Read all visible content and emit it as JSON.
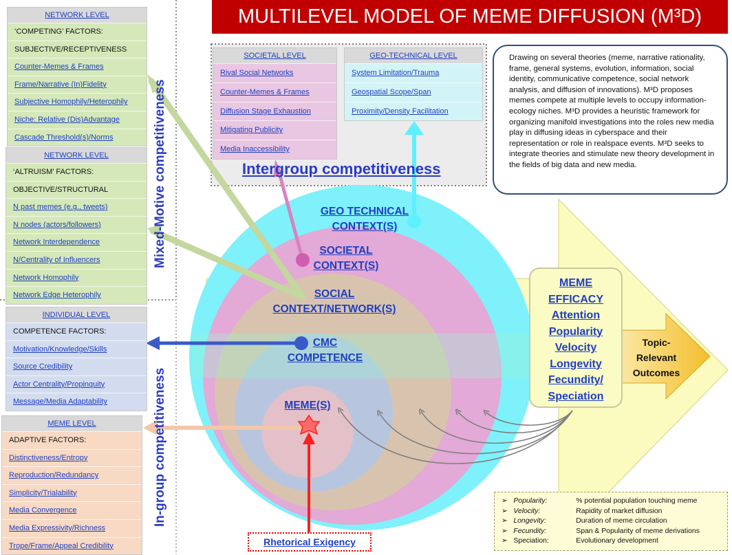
{
  "title": "MULTILEVEL MODEL OF MEME DIFFUSION (M³D)",
  "description": "Drawing on several theories (meme, narrative rationality, frame, general systems, evolution, information, social identity, communicative competence, social network analysis, and diffusion of innovations). M³D proposes memes compete at multiple levels to occupy information-ecology niches. M³D provides a heuristic framework for organizing manifold investigations into the roles new media play in diffusing ideas in cyberspace and their representation or role in realspace events. M³D seeks to integrate theories and stimulate new theory development in the fields of big data and new media.",
  "side_labels": {
    "mixed_motive": "Mixed-Motive competitiveness",
    "in_group": "In-group competitiveness",
    "intergroup": "Intergroup competitiveness"
  },
  "panels": {
    "competing": {
      "header": "NETWORK LEVEL",
      "rows": [
        "‘COMPETING’ FACTORS:",
        "SUBJECTIVE/RECEPTIVENESS",
        "Counter-Memes & Frames",
        "Frame/Narrative (In)Fidelity",
        "Subjective Homophily/Heterophily",
        "Niche: Relative (Dis)Advantage",
        "Cascade Threshold(s)/Norms"
      ]
    },
    "altruism": {
      "header": "NETWORK LEVEL",
      "rows": [
        "‘ALTRUISM’ FACTORS:",
        "OBJECTIVE/STRUCTURAL",
        "N past memes (e.g., tweets)",
        "N nodes (actors/followers)",
        "Network Interdependence",
        "N/Centrality of Influencers",
        "Network Homophily",
        "Network Edge Heterophily"
      ]
    },
    "individual": {
      "header": "INDIVIDUAL LEVEL",
      "rows": [
        "COMPETENCE FACTORS:",
        "Motivation/Knowledge/Skills",
        "Source Credibility",
        "Actor Centrality/Propinquity",
        "Message/Media Adaptability"
      ]
    },
    "meme": {
      "header": "MEME LEVEL",
      "rows": [
        "ADAPTIVE FACTORS:",
        "Distinctiveness/Entropy",
        "Reproduction/Redundancy",
        "Simplicity/Trialability",
        "Media Convergence",
        "Media Expressivity/Richness",
        "Trope/Frame/Appeal Credibility"
      ]
    },
    "societal": {
      "header": "SOCIETAL LEVEL",
      "rows": [
        "Rival Social Networks",
        "Counter-Memes & Frames",
        "Diffusion Stage Exhaustion",
        "Mitigating Publicity",
        "Media Inaccessibility"
      ]
    },
    "geotech": {
      "header": "GEO-TECHNICAL LEVEL",
      "rows": [
        "System Limitation/Trauma",
        "Geospatial Scope/Span",
        "Proximity/Density Facilitation"
      ]
    }
  },
  "contexts": {
    "geo": [
      "GEO TECHNICAL",
      "CONTEXT(S)"
    ],
    "societal": [
      "SOCIETAL",
      "CONTEXT(S)"
    ],
    "social": [
      "SOCIAL",
      "CONTEXT/NETWORK(S)"
    ],
    "cmc": [
      "CMC",
      "COMPETENCE"
    ],
    "meme": [
      "MEME(S)"
    ]
  },
  "efficacy": [
    "MEME",
    "EFFICACY",
    "Attention",
    "Popularity",
    "Velocity",
    "Longevity",
    "Fecundity/",
    "Speciation"
  ],
  "outcomes": [
    "Topic-",
    "Relevant",
    "Outcomes"
  ],
  "exigency": "Rhetorical Exigency",
  "legend": [
    {
      "term": "Popularity:",
      "def": "% potential population touching meme"
    },
    {
      "term": "Velocity:",
      "def": "Rapidity of market diffusion"
    },
    {
      "term": "Longevity:",
      "def": "Duration of meme circulation"
    },
    {
      "term": "Fecundity:",
      "def": "Span & Popularity of meme derivations"
    },
    {
      "term": "Speciation:",
      "def": "Evolutionary development"
    }
  ],
  "colors": {
    "title_bg": "#c00000",
    "geo_circle": "#7ff1fb",
    "societal_circle": "#e3a9d7",
    "social_circle": "#d8c4ae",
    "cmc_circle": "#b7c6de",
    "meme_circle": "#e4c0c8",
    "arrow_yellow": "#fbfbbf",
    "outcome_arrow": "#f5c93e",
    "accent_blue": "#2a3bc4"
  }
}
